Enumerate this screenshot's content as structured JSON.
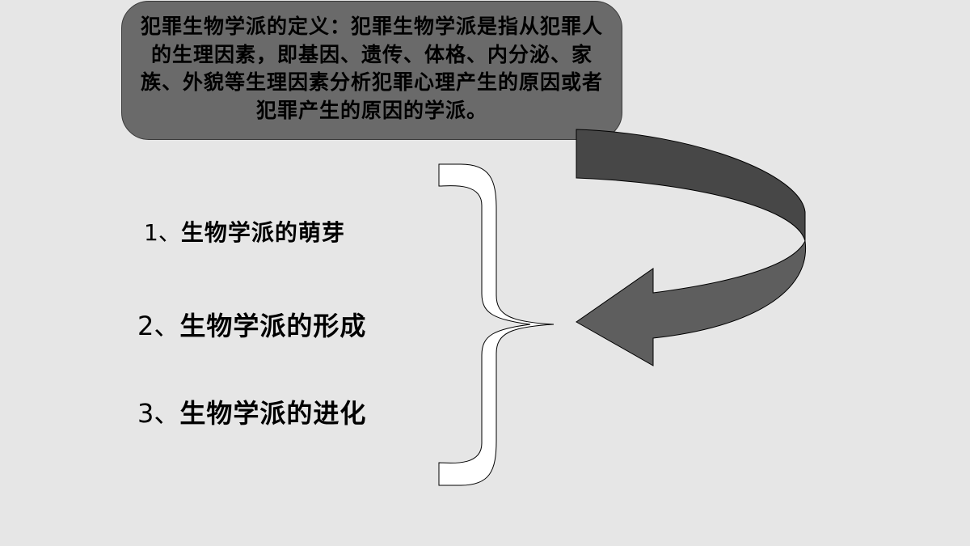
{
  "definition": {
    "text": "犯罪生物学派的定义：犯罪生物学派是指从犯罪人的生理因素，即基因、遗传、体格、内分泌、家族、外貌等生理因素分析犯罪心理产生的原因或者犯罪产生的原因的学派。"
  },
  "items": [
    {
      "number": "1",
      "separator": "、",
      "label": "生物学派的萌芽"
    },
    {
      "number": "2",
      "separator": "、",
      "label": "生物学派的形成"
    },
    {
      "number": "3",
      "separator": "、",
      "label": "生物学派的进化"
    }
  ],
  "colors": {
    "background": "#e6e6e6",
    "definition_box": "#6a6a6a",
    "arrow_dark": "#474747",
    "arrow_light": "#5e5e5e"
  }
}
